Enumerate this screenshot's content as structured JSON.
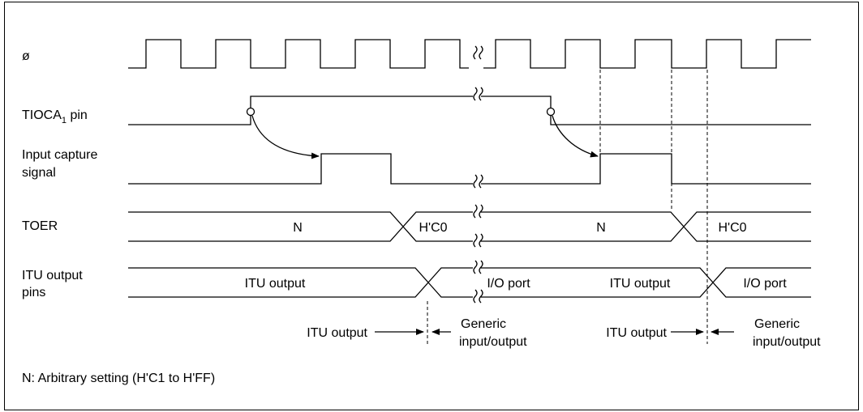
{
  "signals": {
    "phi": "ø",
    "tioca_main": "TIOCA",
    "tioca_sub": "1",
    "tioca_suffix": " pin",
    "capture_line1": "Input capture",
    "capture_line2": "signal",
    "toer": "TOER",
    "itu_line1": "ITU output",
    "itu_line2": "pins"
  },
  "bus_values": {
    "toer_n_1": "N",
    "toer_hc0_1": "H'C0",
    "toer_n_2": "N",
    "toer_hc0_2": "H'C0",
    "pins_itu_1": "ITU output",
    "pins_io_1": "I/O port",
    "pins_itu_2": "ITU output",
    "pins_io_2": "I/O port"
  },
  "annotations": {
    "itu_output_1": "ITU output",
    "generic_1_line1": "Generic",
    "generic_1_line2": "input/output",
    "itu_output_2": "ITU output",
    "generic_2_line1": "Generic",
    "generic_2_line2": "input/output"
  },
  "note": "N:  Arbitrary setting (H'C1 to H'FF)"
}
